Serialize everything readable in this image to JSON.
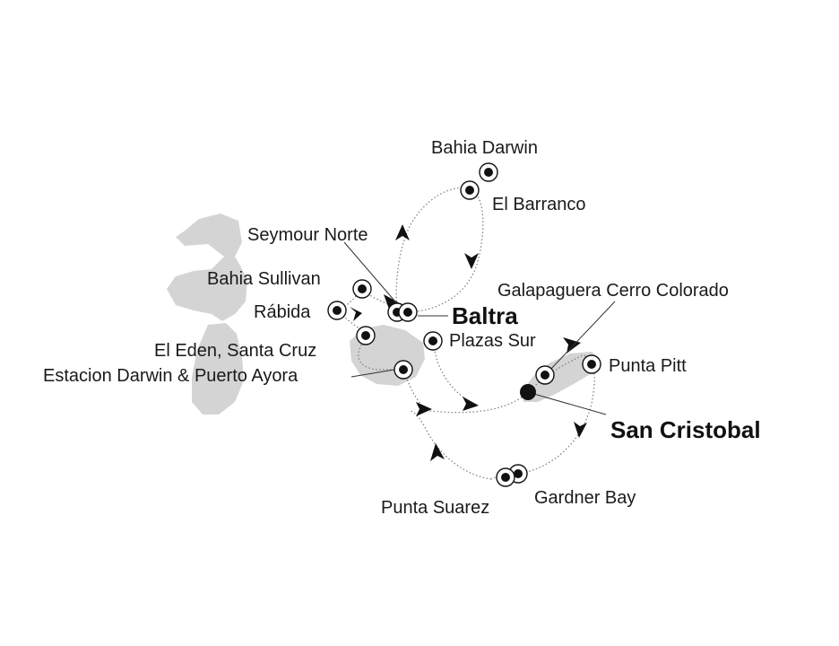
{
  "colors": {
    "land": "#d4d4d4",
    "route": "#7a7a7a",
    "marker": "#111111",
    "label": "#1a1a1a"
  },
  "ports": {
    "baltra": "Baltra",
    "san_cristobal": "San Cristobal"
  },
  "stops": {
    "bahia_darwin": "Bahia Darwin",
    "el_barranco": "El Barranco",
    "seymour_norte": "Seymour Norte",
    "bahia_sullivan": "Bahia Sullivan",
    "rabida": "Rábida",
    "el_eden": "El Eden, Santa Cruz",
    "estacion_darwin": "Estacion Darwin & Puerto Ayora",
    "plazas_sur": "Plazas Sur",
    "galapaguera": "Galapaguera Cerro Colorado",
    "punta_pitt": "Punta Pitt",
    "gardner_bay": "Gardner Bay",
    "punta_suarez": "Punta Suarez"
  }
}
